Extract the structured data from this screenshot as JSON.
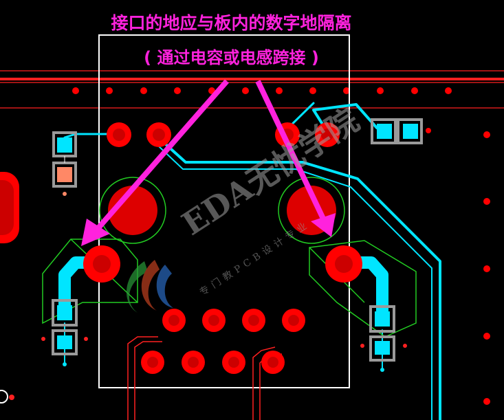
{
  "annotation": {
    "line1": "接口的地应与板内的数字地隔离",
    "line2": "( 通过电容或电感跨接 )"
  },
  "watermark": {
    "brand": "EDA无忧学院",
    "tagline": "专门教PCB设计专业"
  },
  "colors": {
    "background": "#000000",
    "pad_red": "#ff0000",
    "pad_dark": "#cc0000",
    "trace_cyan": "#00e5ff",
    "trace_red": "#ff2020",
    "outline_green": "#22cc22",
    "outline_white": "#ffffff",
    "outline_grey": "#9a9a9a",
    "arrow_magenta": "#ff22dd",
    "pad_salmon": "#ff8866"
  }
}
